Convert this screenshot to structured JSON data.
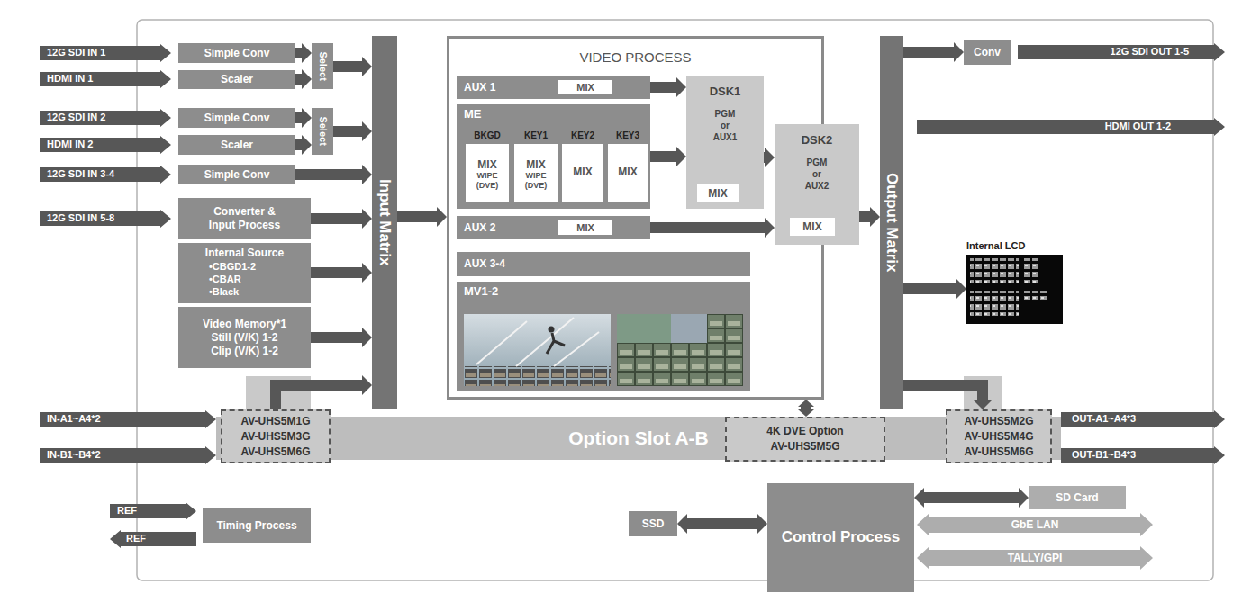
{
  "diagram": {
    "nodes": [
      {
        "text": [
          "12G SDI IN 1"
        ]
      },
      {
        "text": [
          "HDMI IN 1"
        ]
      },
      {
        "text": [
          "12G SDI IN 2"
        ]
      },
      {
        "text": [
          "HDMI IN 2"
        ]
      },
      {
        "text": [
          "12G SDI IN 3-4"
        ]
      },
      {
        "text": [
          "12G SDI IN 5-8"
        ]
      },
      {
        "text": [
          "Simple Conv"
        ]
      },
      {
        "text": [
          "Scaler"
        ]
      },
      {
        "text": [
          "Select"
        ]
      },
      {
        "text": [
          "Simple Conv"
        ]
      },
      {
        "text": [
          "Scaler"
        ]
      },
      {
        "text": [
          "Select"
        ]
      },
      {
        "text": [
          "Simple Conv"
        ]
      },
      {
        "text": [
          "Converter & Input Process"
        ]
      },
      {
        "text": [
          "Internal Source",
          "•CBGD1-2",
          "•CBAR",
          "•Black"
        ]
      },
      {
        "text": [
          "Video Memory*1",
          "Still (V/K) 1-2",
          "Clip (V/K) 1-2"
        ]
      },
      {
        "text": [
          "Input Matrix"
        ]
      },
      {
        "text": [
          "VIDEO PROCESS"
        ]
      },
      {
        "text": [
          "AUX 1"
        ],
        "in": 17
      },
      {
        "text": [
          "MIX"
        ],
        "in": 18
      },
      {
        "text": [
          "ME"
        ],
        "in": 17
      },
      {
        "text": [
          "BKGD",
          "MIX",
          "WIPE (DVE)"
        ],
        "in": 20
      },
      {
        "text": [
          "KEY1",
          "MIX",
          "WIPE (DVE)"
        ],
        "in": 20
      },
      {
        "text": [
          "KEY2",
          "MIX"
        ],
        "in": 20
      },
      {
        "text": [
          "KEY3",
          "MIX"
        ],
        "in": 20
      },
      {
        "text": [
          "AUX 2"
        ],
        "in": 17
      },
      {
        "text": [
          "MIX"
        ],
        "in": 25
      },
      {
        "text": [
          "AUX 3-4"
        ],
        "in": 17
      },
      {
        "text": [
          "MV1-2"
        ],
        "in": 17
      },
      {
        "text": [
          "DSK1",
          "PGM or AUX1"
        ],
        "in": 17
      },
      {
        "text": [
          "MIX"
        ],
        "in": 29
      },
      {
        "text": [
          "DSK2",
          "PGM or AUX2"
        ]
      },
      {
        "text": [
          "MIX"
        ],
        "in": 31
      },
      {
        "text": [
          "Output Matrix"
        ]
      },
      {
        "text": [
          "Conv"
        ]
      },
      {
        "text": [
          "12G SDI OUT 1-5"
        ]
      },
      {
        "text": [
          "HDMI OUT 1-2"
        ]
      },
      {
        "text": [
          "Internal LCD"
        ]
      },
      {
        "text": [
          "Option Slot A-B"
        ]
      },
      {
        "text": [
          "AV-UHS5M1G",
          "AV-UHS5M3G",
          "AV-UHS5M6G"
        ],
        "in": 38
      },
      {
        "text": [
          "4K DVE Option",
          "AV-UHS5M5G"
        ],
        "in": 38
      },
      {
        "text": [
          "AV-UHS5M2G",
          "AV-UHS5M4G",
          "AV-UHS5M6G"
        ],
        "in": 38
      },
      {
        "text": [
          "IN-A1~A4*2"
        ]
      },
      {
        "text": [
          "IN-B1~B4*2"
        ]
      },
      {
        "text": [
          "OUT-A1~A4*3"
        ]
      },
      {
        "text": [
          "OUT-B1~B4*3"
        ]
      },
      {
        "text": [
          "REF"
        ]
      },
      {
        "text": [
          "REF"
        ]
      },
      {
        "text": [
          "Timing Process"
        ]
      },
      {
        "text": [
          "SSD"
        ]
      },
      {
        "text": [
          "Control Process"
        ]
      },
      {
        "text": [
          "SD Card"
        ]
      },
      {
        "text": [
          "GbE LAN"
        ]
      },
      {
        "text": [
          "TALLY/GPI"
        ]
      }
    ],
    "edges": [
      {
        "from": 6,
        "to": 8,
        "arrow": "to"
      },
      {
        "from": 7,
        "to": 8,
        "arrow": "to"
      },
      {
        "from": 9,
        "to": 11,
        "arrow": "to"
      },
      {
        "from": 10,
        "to": 11,
        "arrow": "to"
      },
      {
        "from": 8,
        "to": 16,
        "arrow": "to"
      },
      {
        "from": 11,
        "to": 16,
        "arrow": "to"
      },
      {
        "from": 12,
        "to": 16,
        "arrow": "to"
      },
      {
        "from": 13,
        "to": 16,
        "arrow": "to"
      },
      {
        "from": 14,
        "to": 16,
        "arrow": "to"
      },
      {
        "from": 15,
        "to": 16,
        "arrow": "to"
      },
      {
        "from": 39,
        "to": 16,
        "arrow": "to"
      },
      {
        "from": 16,
        "to": 17,
        "arrow": "to"
      },
      {
        "from": 18,
        "to": 29,
        "arrow": "to"
      },
      {
        "from": 20,
        "to": 29,
        "arrow": "to"
      },
      {
        "from": 29,
        "to": 31,
        "arrow": "to"
      },
      {
        "from": 25,
        "to": 31,
        "arrow": "to"
      },
      {
        "from": 31,
        "to": 33,
        "arrow": "to"
      },
      {
        "from": 40,
        "to": 17,
        "arrow": "both"
      },
      {
        "from": 33,
        "to": 34,
        "arrow": "to"
      },
      {
        "from": 33,
        "to": 37,
        "arrow": "to"
      },
      {
        "from": 33,
        "to": 41,
        "arrow": "to"
      },
      {
        "from": 49,
        "to": 50,
        "arrow": "both"
      },
      {
        "from": 50,
        "to": 51,
        "arrow": "both"
      }
    ]
  }
}
